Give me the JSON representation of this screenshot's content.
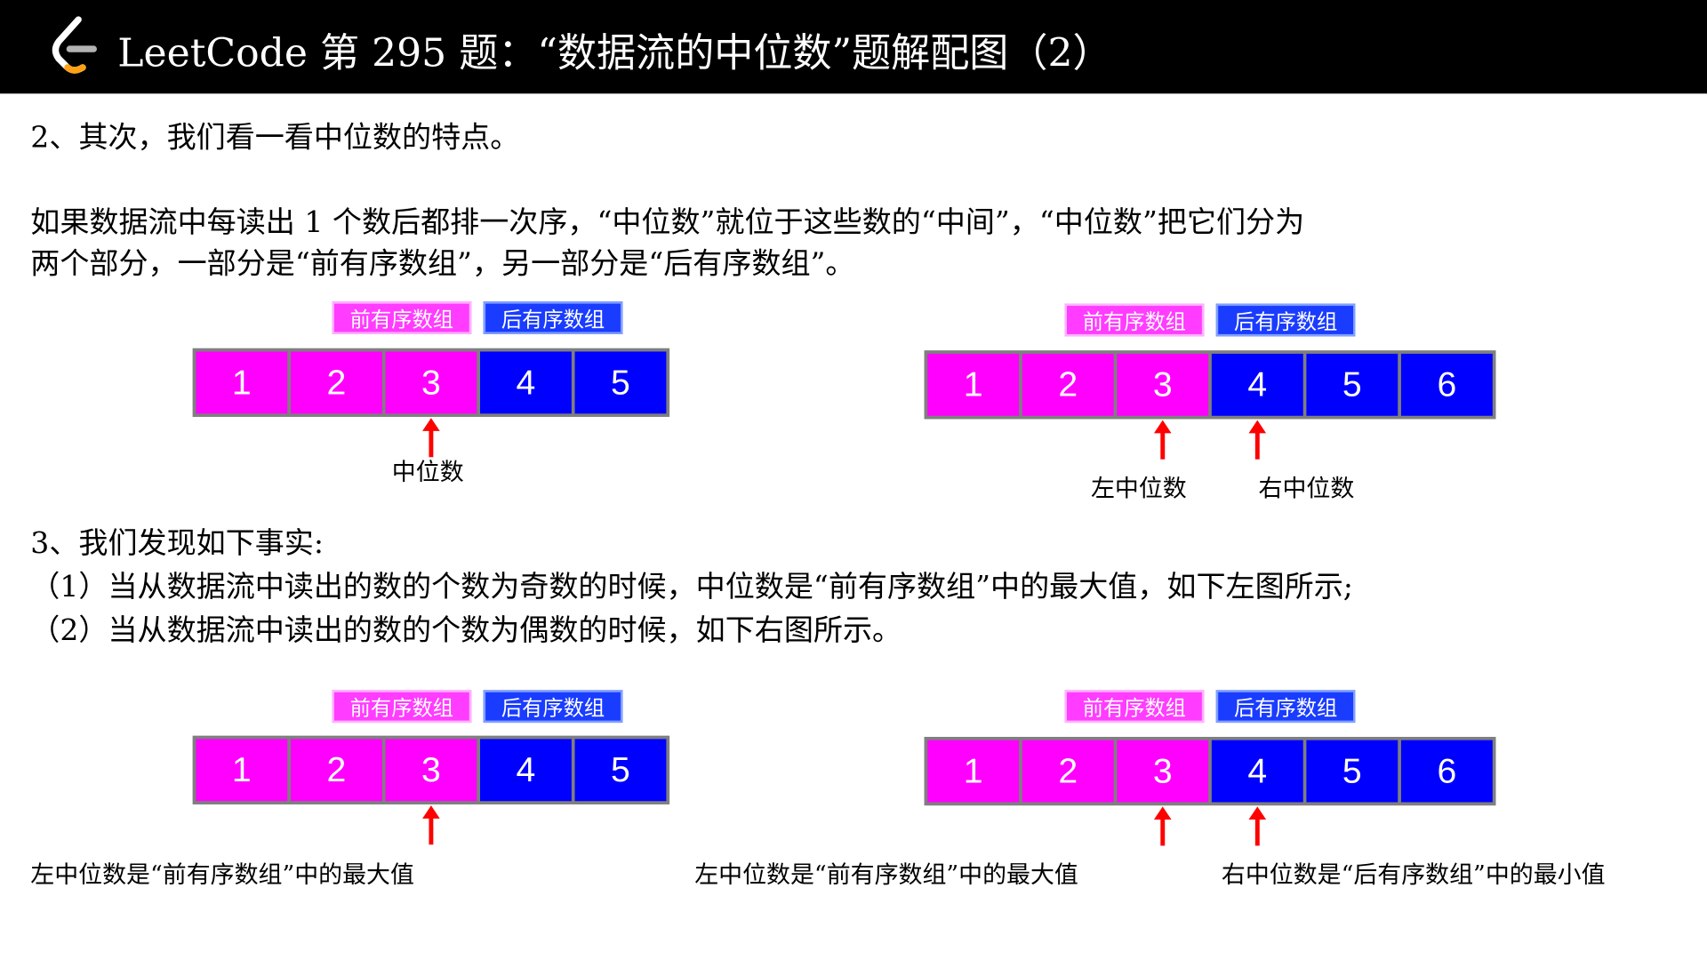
{
  "header": {
    "title": "LeetCode 第 295 题：“数据流的中位数”题解配图（2）"
  },
  "text": {
    "line1": "2、其次，我们看一看中位数的特点。",
    "para1": "如果数据流中每读出 1 个数后都排一次序，“中位数”就位于这些数的“中间”，“中位数”把它们分为",
    "para2": "两个部分，一部分是“前有序数组”，另一部分是“后有序数组”。",
    "line3": "3、我们发现如下事实:",
    "line4": "（1）当从数据流中读出的数的个数为奇数的时候，中位数是“前有序数组”中的最大值，如下左图所示;",
    "line5": "（2）当从数据流中读出的数的个数为偶数的时候，如下右图所示。"
  },
  "labels": {
    "front": "前有序数组",
    "back": "后有序数组"
  },
  "diagrams": [
    {
      "values": [
        "1",
        "2",
        "3",
        "4",
        "5"
      ],
      "front_count": 3,
      "captions": [
        "中位数"
      ]
    },
    {
      "values": [
        "1",
        "2",
        "3",
        "4",
        "5",
        "6"
      ],
      "front_count": 3,
      "captions": [
        "左中位数",
        "右中位数"
      ]
    },
    {
      "values": [
        "1",
        "2",
        "3",
        "4",
        "5"
      ],
      "front_count": 3,
      "captions": [
        "左中位数是“前有序数组”中的最大值"
      ]
    },
    {
      "values": [
        "1",
        "2",
        "3",
        "4",
        "5",
        "6"
      ],
      "front_count": 3,
      "captions": [
        "左中位数是“前有序数组”中的最大值",
        "右中位数是“后有序数组”中的最小值"
      ]
    }
  ],
  "colors": {
    "front": "#ff00ff",
    "back": "#0000ff",
    "arrow": "#ff0000"
  }
}
